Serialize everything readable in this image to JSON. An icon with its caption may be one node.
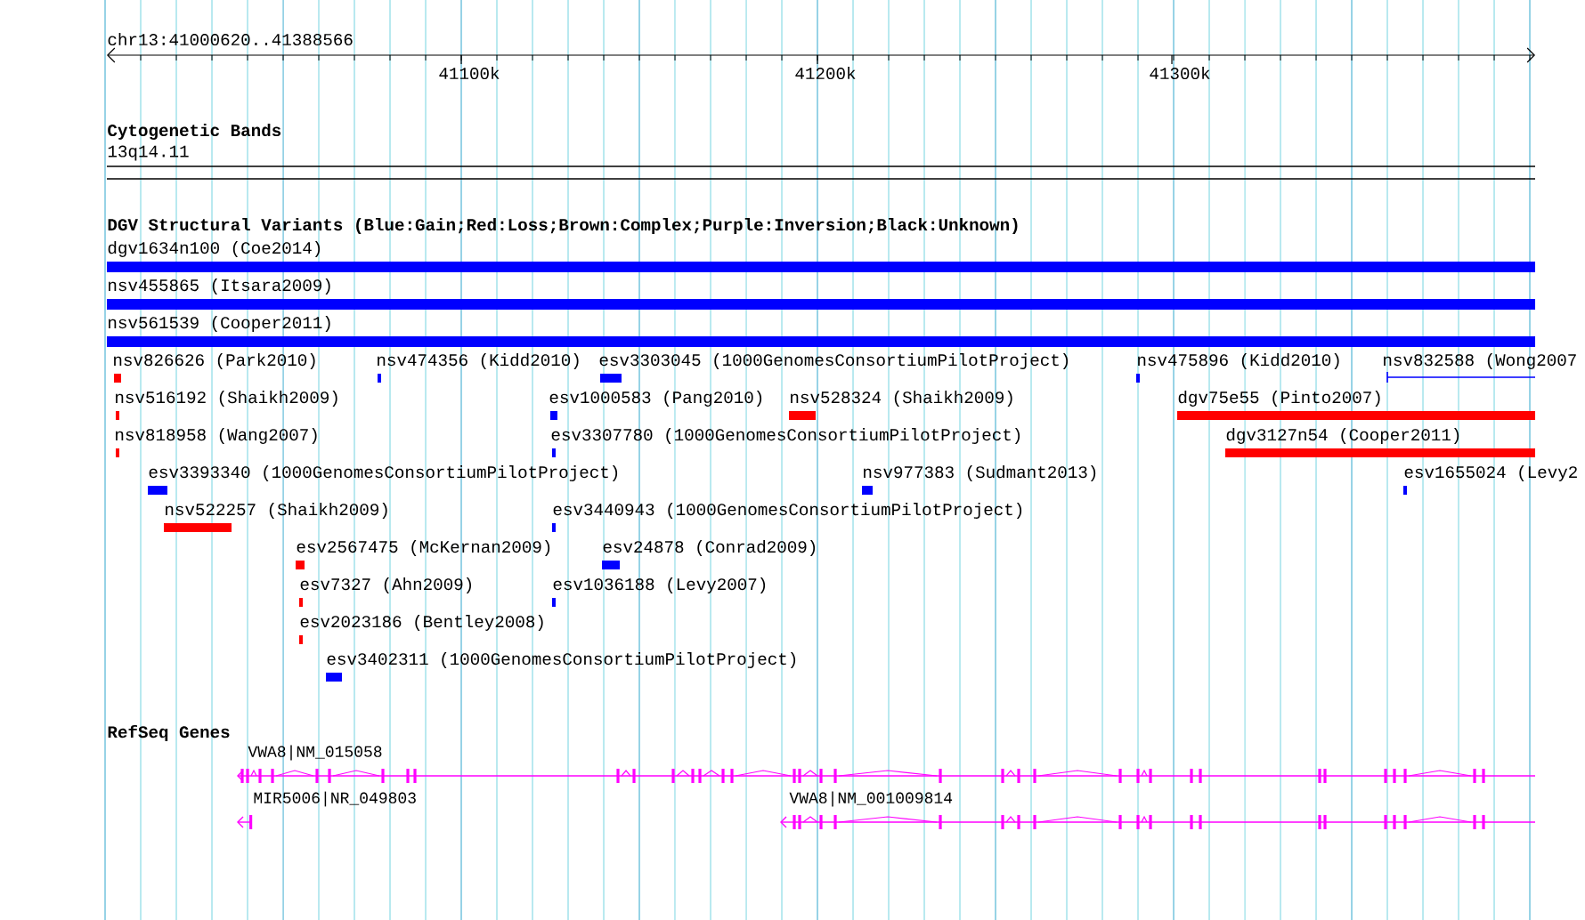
{
  "diagram": {
    "labels": [
      "chr13:41000620..41388566",
      "41100k",
      "41200k",
      "41300k",
      "Cytogenetic Bands",
      "13q14.11",
      "DGV Structural Variants (Blue:Gain;Red:Loss;Brown:Complex;Purple:Inversion;Black:Unknown)",
      "dgv1634n100 (Coe2014)",
      "nsv455865 (Itsara2009)",
      "nsv561539 (Cooper2011)",
      "nsv826626 (Park2010)",
      "nsv474356 (Kidd2010)",
      "esv3303045 (1000GenomesConsortiumPilotProject)",
      "nsv475896 (Kidd2010)",
      "nsv832588 (Wong2007",
      "nsv516192 (Shaikh2009)",
      "esv1000583 (Pang2010)",
      "nsv528324 (Shaikh2009)",
      "dgv75e55 (Pinto2007)",
      "nsv818958 (Wang2007)",
      "esv3307780 (1000GenomesConsortiumPilotProject)",
      "dgv3127n54 (Cooper2011)",
      "esv3393340 (1000GenomesConsortiumPilotProject)",
      "nsv977383 (Sudmant2013)",
      "esv1655024 (Levy2",
      "nsv522257 (Shaikh2009)",
      "esv3440943 (1000GenomesConsortiumPilotProject)",
      "esv2567475 (McKernan2009)",
      "esv24878 (Conrad2009)",
      "esv7327 (Ahn2009)",
      "esv1036188 (Levy2007)",
      "esv2023186 (Bentley2008)",
      "esv3402311 (1000GenomesConsortiumPilotProject)",
      "RefSeq Genes",
      "VWA8|NM_015058",
      "MIR5006|NR_049803",
      "VWA8|NM_001009814"
    ]
  }
}
